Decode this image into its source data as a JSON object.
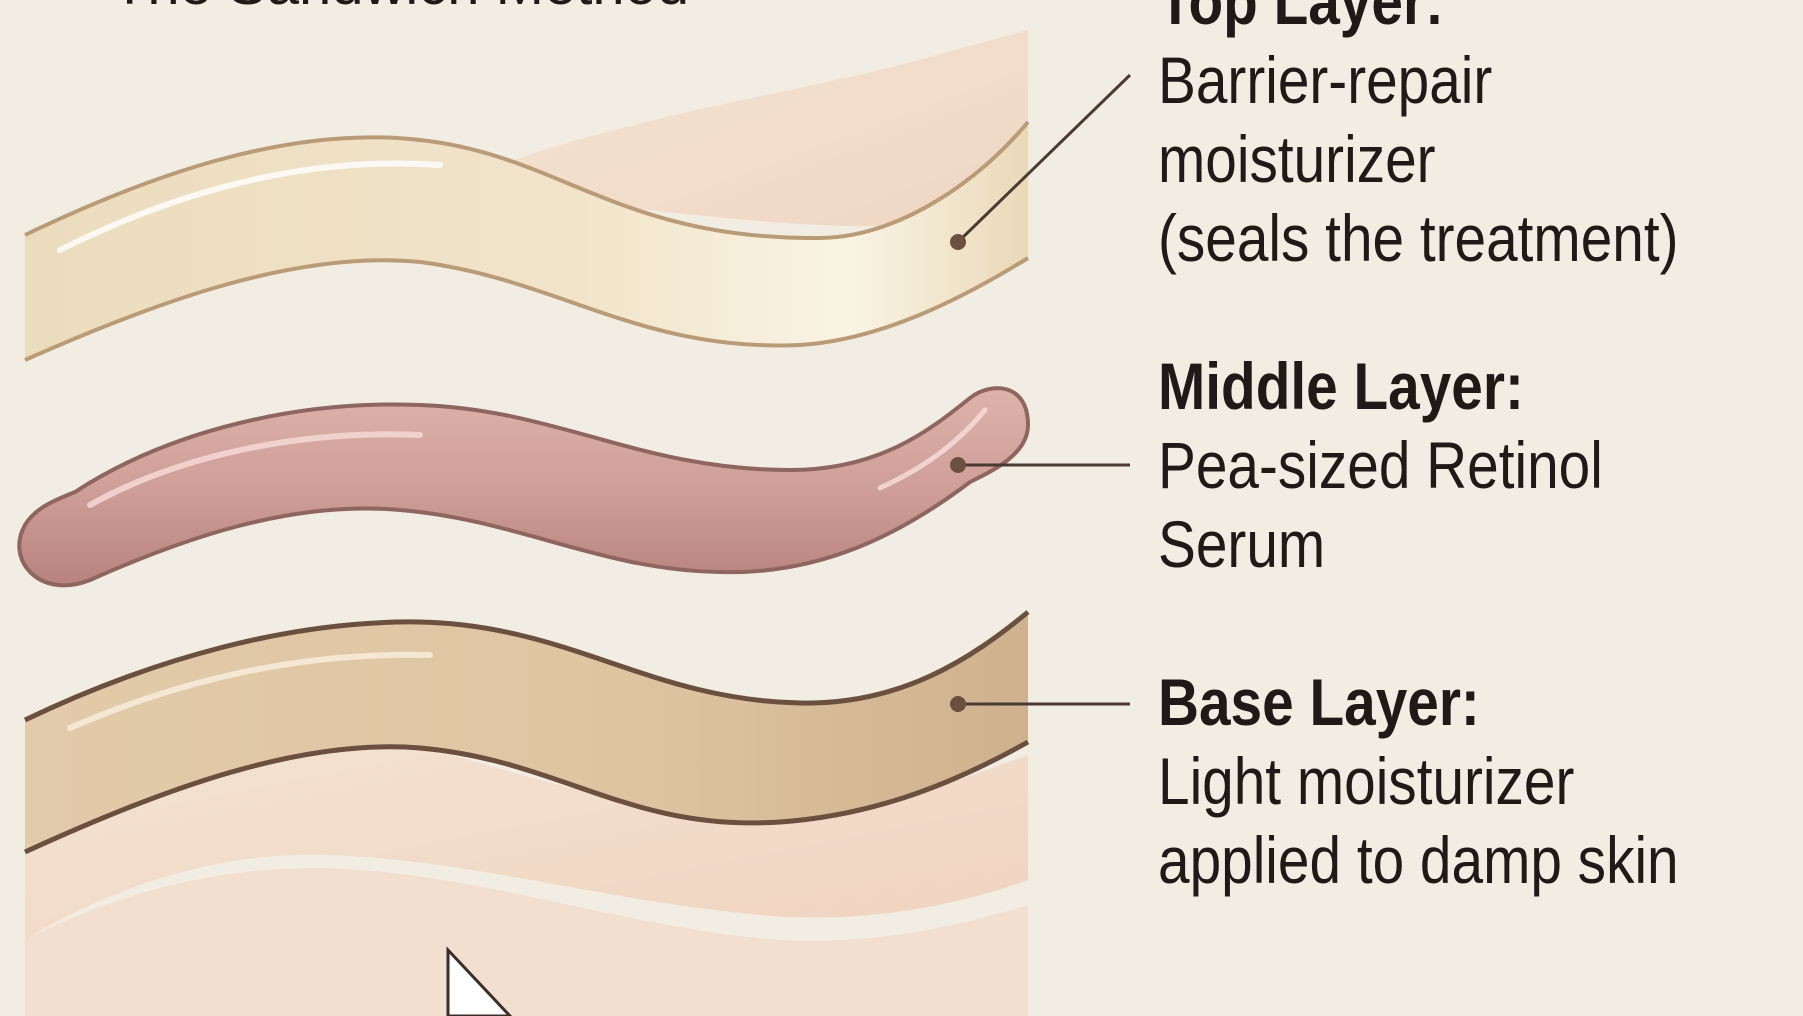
{
  "diagram": {
    "title": "The Sandwich Method",
    "layers": [
      {
        "id": "top",
        "heading": "Top Layer:",
        "lines": [
          "Barrier-repair",
          "moisturizer",
          "(seals the treatment)"
        ],
        "color": "#efe1c6"
      },
      {
        "id": "middle",
        "heading": "Middle Layer:",
        "lines": [
          "Pea-sized Retinol",
          "Serum"
        ],
        "color": "#c99590"
      },
      {
        "id": "base",
        "heading": "Base Layer:",
        "lines": [
          "Light moisturizer",
          "applied to damp skin"
        ],
        "color": "#ddc2a0"
      }
    ]
  },
  "colors": {
    "background": "#f2ede2",
    "skin": "#f1d9c6",
    "outline": "#6b5040",
    "text": "#1f1a17"
  }
}
